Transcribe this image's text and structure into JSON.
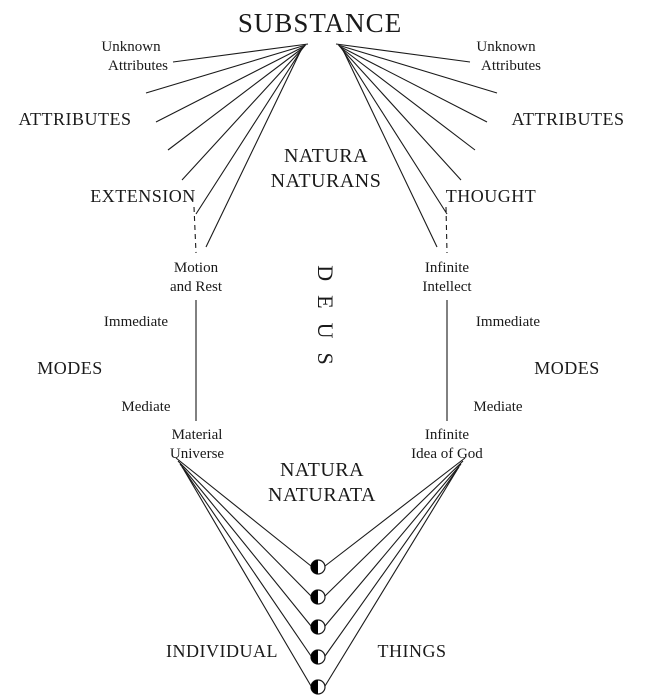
{
  "diagram": {
    "substance": "SUBSTANCE",
    "unknown_attributes_left": {
      "line1": "Unknown",
      "line2": "Attributes"
    },
    "unknown_attributes_right": {
      "line1": "Unknown",
      "line2": "Attributes"
    },
    "attributes_left": "ATTRIBUTES",
    "attributes_right": "ATTRIBUTES",
    "natura_naturans": {
      "line1": "NATURA",
      "line2": "NATURANS"
    },
    "extension": "EXTENSION",
    "thought": "THOUGHT",
    "deus": "DEUS",
    "motion_and_rest": {
      "line1": "Motion",
      "line2": "and Rest"
    },
    "infinite_intellect": {
      "line1": "Infinite",
      "line2": "Intellect"
    },
    "immediate_left": "Immediate",
    "immediate_right": "Immediate",
    "modes_left": "MODES",
    "modes_right": "MODES",
    "mediate_left": "Mediate",
    "mediate_right": "Mediate",
    "material_universe": {
      "line1": "Material",
      "line2": "Universe"
    },
    "infinite_idea_of_god": {
      "line1": "Infinite",
      "line2": "Idea of God"
    },
    "natura_naturata": {
      "line1": "NATURA",
      "line2": "NATURATA"
    },
    "individual": "INDIVIDUAL",
    "things": "THINGS"
  },
  "colors": {
    "line": "#1a1a1a",
    "text": "#1a1a1a",
    "background": "#ffffff"
  }
}
